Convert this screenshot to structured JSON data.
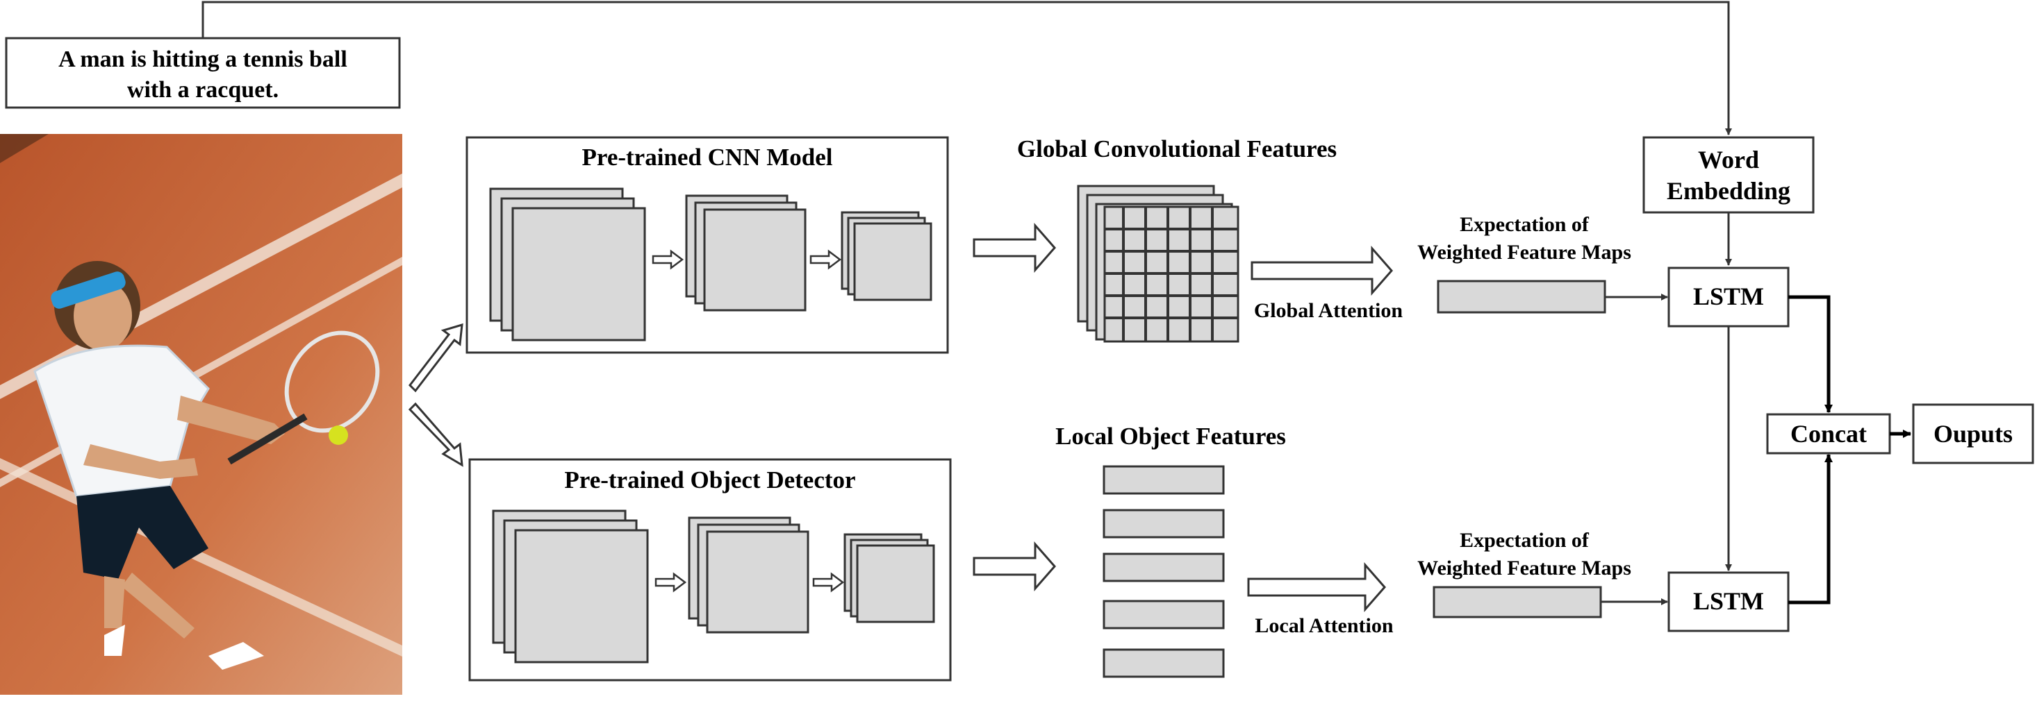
{
  "caption": {
    "line1": "A man is hitting a tennis ball",
    "line2": "with a racquet."
  },
  "photo": {
    "subject": "tennis player hitting ball on clay court"
  },
  "global_branch": {
    "model_title": "Pre-trained CNN Model",
    "features_title": "Global Convolutional Features",
    "attention_label": "Global Attention",
    "expectation_line1": "Expectation of",
    "expectation_line2": "Weighted Feature Maps"
  },
  "local_branch": {
    "model_title": "Pre-trained Object Detector",
    "features_title": "Local Object Features",
    "attention_label": "Local Attention",
    "expectation_line1": "Expectation of",
    "expectation_line2": "Weighted Feature Maps"
  },
  "word_embedding": {
    "line1": "Word",
    "line2": "Embedding"
  },
  "lstm_top": "LSTM",
  "lstm_bottom": "LSTM",
  "concat": "Concat",
  "outputs": "Ouputs",
  "colors": {
    "box_fill": "#d9d9d9",
    "stroke": "#000000",
    "clay": "#c8683a"
  }
}
